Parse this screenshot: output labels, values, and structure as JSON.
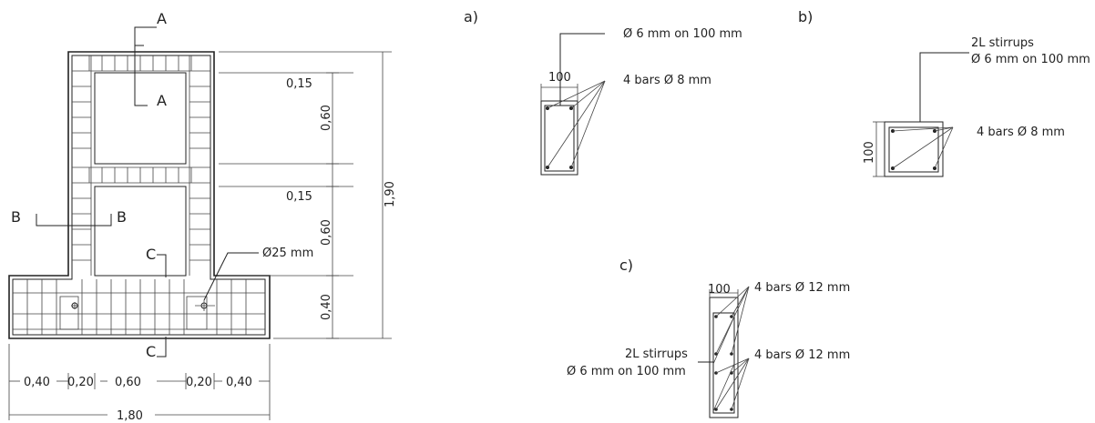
{
  "elevation": {
    "section_a_label": "A",
    "section_b_label": "B",
    "section_c_label": "C",
    "dims_vertical": [
      "0,15",
      "0,60",
      "0,15",
      "0,60",
      "0,40"
    ],
    "dim_total_height": "1,90",
    "dims_horizontal": [
      "0,40",
      "0,20",
      "0,60",
      "0,20",
      "0,40"
    ],
    "dim_total_width": "1,80",
    "anchor_label": "Ø25 mm"
  },
  "section_a": {
    "tag": "a)",
    "dim": "100",
    "stirrup_label": "Ø 6 mm on 100 mm",
    "bars_label": "4 bars Ø 8 mm"
  },
  "section_b": {
    "tag": "b)",
    "dim": "100",
    "stirrup_label_1": "2L stirrups",
    "stirrup_label_2": "Ø 6 mm on 100 mm",
    "bars_label": "4 bars Ø 8 mm"
  },
  "section_c": {
    "tag": "c)",
    "dim": "100",
    "bars_top_label": "4 bars Ø 12 mm",
    "bars_bottom_label": "4 bars Ø 12 mm",
    "stirrup_label_1": "2L stirrups",
    "stirrup_label_2": "Ø 6 mm on 100 mm"
  }
}
